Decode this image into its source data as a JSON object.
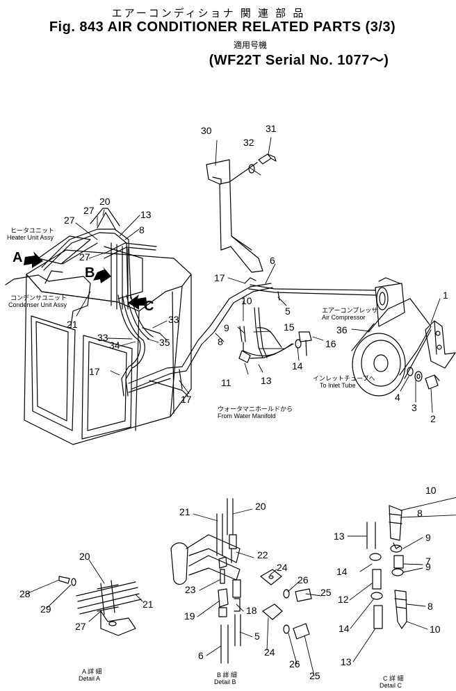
{
  "title": {
    "jp": "エアーコンディショナ 関 連 部 品",
    "en": "Fig. 843 AIR CONDITIONER RELATED PARTS (3/3)",
    "applicable_jp": "適用号機",
    "serial": "(WF22T Serial No. 1077～)"
  },
  "labels": {
    "heater_jp": "ヒータユニット",
    "heater_en": "Heater Unit Assy",
    "condenser_jp": "コンデンサユニット",
    "condenser_en": "Condenser Unit Assy",
    "compressor_jp": "エアーコンプレッサ",
    "compressor_en": "Air Compressor",
    "inlet_jp": "インレットチューブへ",
    "inlet_en": "To Inlet Tube",
    "water_jp": "ウォータマニホールドから",
    "water_en": "From Water Manifold",
    "detail_a_jp": "A 詳 細",
    "detail_a_en": "Detail A",
    "detail_b_jp": "B 詳 細",
    "detail_b_en": "Detail B",
    "detail_c_jp": "C 詳 細",
    "detail_c_en": "Detail C",
    "view_a": "A",
    "view_b": "B",
    "view_c": "C"
  },
  "parts": {
    "p1": "1",
    "p2": "2",
    "p3": "3",
    "p4": "4",
    "p5": "5",
    "p6": "6",
    "p7": "7",
    "p8": "8",
    "p9": "9",
    "p10": "10",
    "p11": "11",
    "p12": "12",
    "p13": "13",
    "p14": "14",
    "p15": "15",
    "p16": "16",
    "p17": "17",
    "p18": "18",
    "p19": "19",
    "p20": "20",
    "p21": "21",
    "p22": "22",
    "p23": "23",
    "p24": "24",
    "p25": "25",
    "p26": "26",
    "p27": "27",
    "p28": "28",
    "p29": "29",
    "p30": "30",
    "p31": "31",
    "p32": "32",
    "p33": "33",
    "p34": "34",
    "p35": "35",
    "p36": "36"
  }
}
